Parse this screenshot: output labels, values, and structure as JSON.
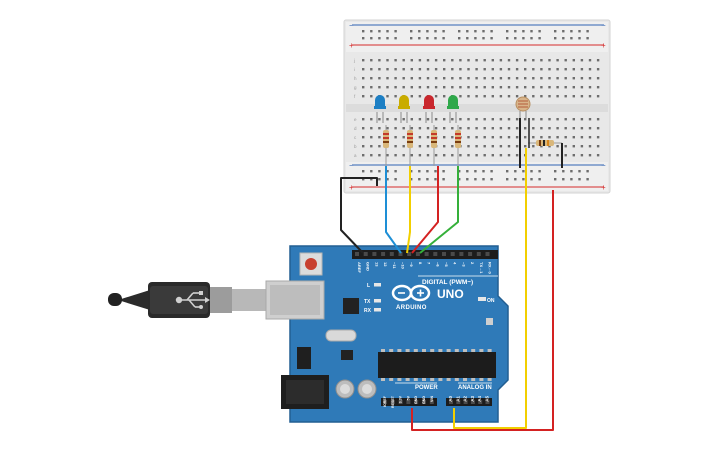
{
  "colors": {
    "board": "#2f7ab8",
    "board_dark": "#225f92",
    "breadboard": "#e8e8e8",
    "rail_red": "#d52b2b",
    "rail_blue": "#2f63b3",
    "wire_black": "#222222",
    "wire_blue": "#1e8fd6",
    "wire_yellow": "#f2cf00",
    "wire_red": "#d42222",
    "wire_green": "#35b03a",
    "led_blue": "#1d7fc4",
    "led_yellow": "#c9ac00",
    "led_red": "#c9272d",
    "led_green": "#2fa84a"
  },
  "breadboard": {
    "rail_plus": "+",
    "rail_minus": "−",
    "row_letters_top": [
      "j",
      "i",
      "h",
      "g",
      "f"
    ],
    "row_letters_bottom": [
      "e",
      "d",
      "c",
      "b",
      "a"
    ]
  },
  "arduino": {
    "brand": "ARDUINO",
    "model": "UNO",
    "digital_header": "DIGITAL (PWM~)",
    "power_header": "POWER",
    "analog_header": "ANALOG IN",
    "on_label": "ON",
    "led_labels": [
      "L",
      "TX",
      "RX"
    ],
    "digital_pins": [
      "AREF",
      "GND",
      "13",
      "12",
      "~11",
      "~10",
      "~9",
      "8",
      "7",
      "~6",
      "~5",
      "4",
      "~3",
      "2",
      "TX→1",
      "RX←0"
    ],
    "power_pins": [
      "IOREF",
      "RESET",
      "3.3V",
      "5V",
      "GND",
      "GND",
      "VIN"
    ],
    "analog_pins": [
      "A0",
      "A1",
      "A2",
      "A3",
      "A4",
      "A5"
    ]
  },
  "components": {
    "leds": [
      "blue-led",
      "yellow-led",
      "red-led",
      "green-led"
    ],
    "resistors": 5,
    "photoresistor": "photoresistor",
    "usb_cable": "usb-cable",
    "power_jack": "dc-power-jack"
  }
}
